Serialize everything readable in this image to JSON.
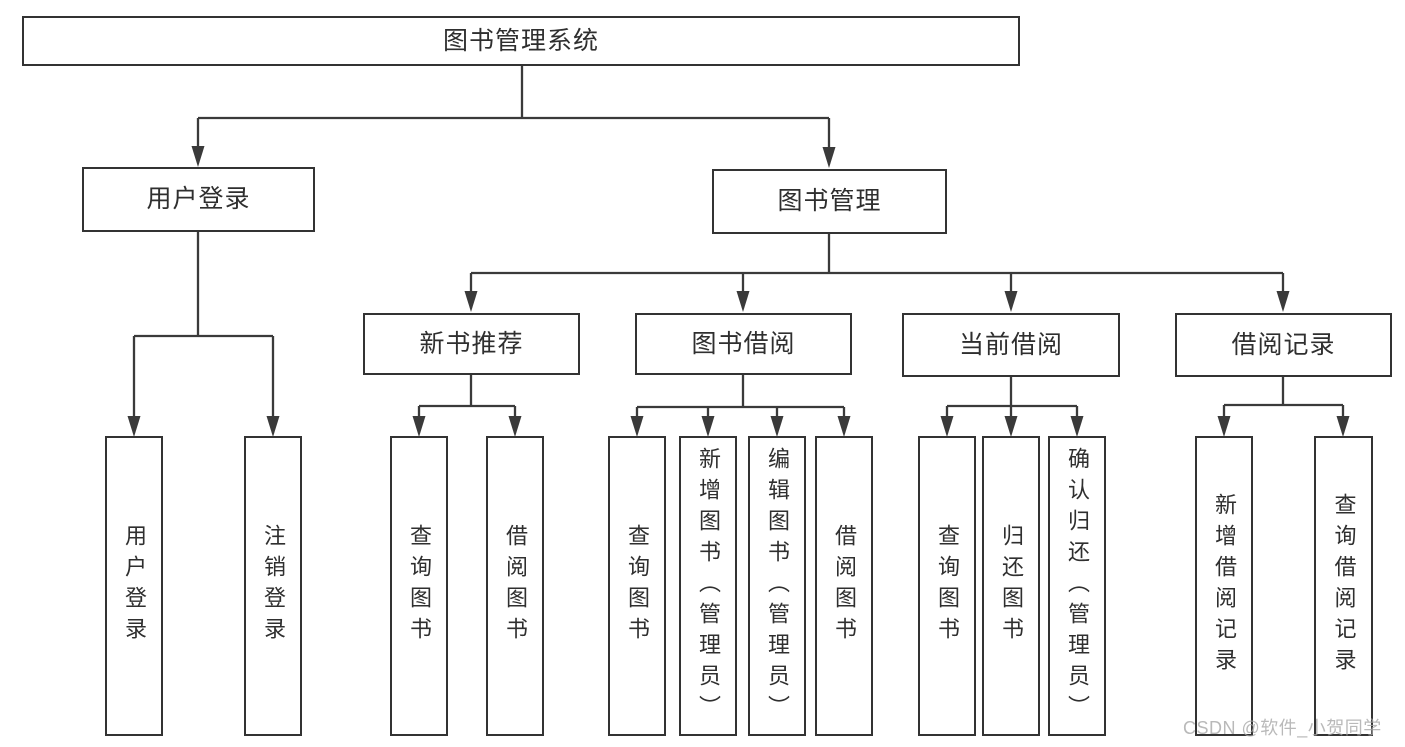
{
  "colors": {
    "line": "#3a3a3a",
    "border": "#333333",
    "text": "#2f2f2f",
    "box_bg": "#ffffff",
    "background": "#ffffff",
    "watermark": "#a8a8a8"
  },
  "tree": {
    "label": "图书管理系统",
    "children": [
      {
        "label": "用户登录",
        "children": [
          {
            "label": "用户登录"
          },
          {
            "label": "注销登录"
          }
        ]
      },
      {
        "label": "图书管理",
        "children": [
          {
            "label": "新书推荐",
            "children": [
              {
                "label": "查询图书"
              },
              {
                "label": "借阅图书"
              }
            ]
          },
          {
            "label": "图书借阅",
            "children": [
              {
                "label": "查询图书"
              },
              {
                "label": "新增图书（管理员）"
              },
              {
                "label": "编辑图书（管理员）"
              },
              {
                "label": "借阅图书"
              }
            ]
          },
          {
            "label": "当前借阅",
            "children": [
              {
                "label": "查询图书"
              },
              {
                "label": "归还图书"
              },
              {
                "label": "确认归还（管理员）"
              }
            ]
          },
          {
            "label": "借阅记录",
            "children": [
              {
                "label": "新增借阅记录"
              },
              {
                "label": "查询借阅记录"
              }
            ]
          }
        ]
      }
    ]
  },
  "watermark": {
    "text": "CSDN @软件_小贺同学"
  }
}
